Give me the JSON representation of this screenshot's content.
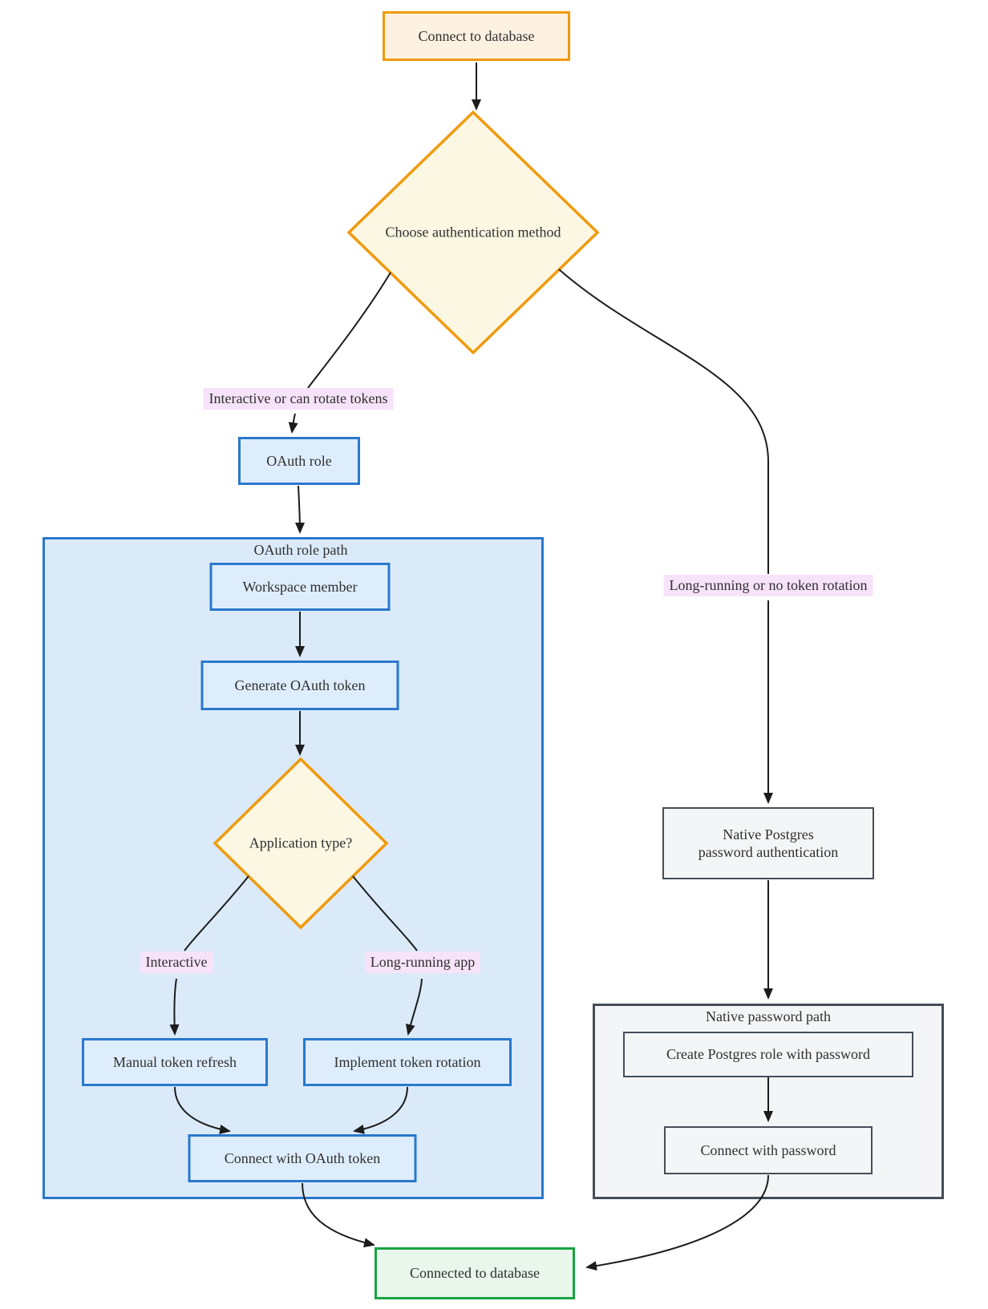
{
  "diagram": {
    "nodes": {
      "start": {
        "label": "Connect to database"
      },
      "decision_auth": {
        "label": "Choose authentication method"
      },
      "oauth_role": {
        "label": "OAuth role"
      },
      "workspace_member": {
        "label": "Workspace member"
      },
      "generate_token": {
        "label": "Generate OAuth token"
      },
      "decision_app_type": {
        "label": "Application type?"
      },
      "manual_refresh": {
        "label": "Manual token refresh"
      },
      "token_rotation": {
        "label": "Implement token rotation"
      },
      "connect_oauth": {
        "label": "Connect with OAuth token"
      },
      "native_auth": {
        "line1": "Native Postgres",
        "line2": "password authentication"
      },
      "create_role": {
        "label": "Create Postgres role with password"
      },
      "connect_password": {
        "label": "Connect with password"
      },
      "connected": {
        "label": "Connected to database"
      }
    },
    "subgraphs": {
      "oauth_path": {
        "title": "OAuth role path"
      },
      "native_path": {
        "title": "Native password path"
      }
    },
    "edge_labels": {
      "interactive_or_rotate": "Interactive or can rotate tokens",
      "long_running_or_none": "Long-running or no token rotation",
      "interactive": "Interactive",
      "long_running_app": "Long-running app"
    },
    "colors": {
      "orange_border": "#F09A0E",
      "start_fill": "#FDF1E1",
      "decision_fill": "#FBF7E2",
      "blue_border": "#2A78CC",
      "blue_node_fill": "#DEEDFC",
      "blue_container_fill": "#DBEAF9",
      "slate_border": "#454D59",
      "slate_fill": "#F4F5F7",
      "green_border": "#18A542",
      "green_fill": "#E9F6EC",
      "edge_label_bg": "#F7E3F9",
      "text": "#2F2F2F",
      "edge": "#1C1C1C"
    }
  }
}
